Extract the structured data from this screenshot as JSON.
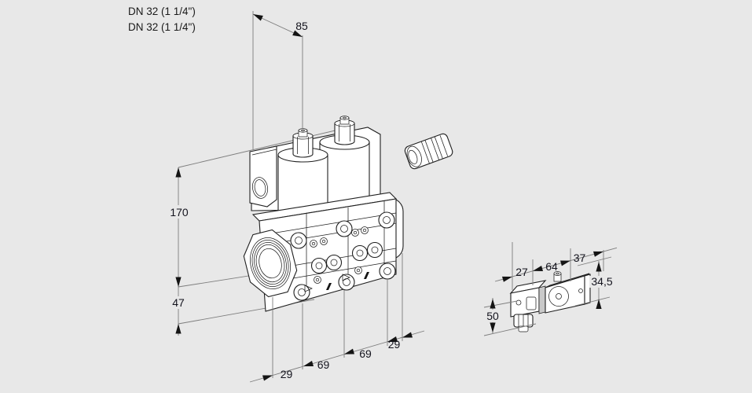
{
  "title": {
    "product_line1": "DN 32 (1 1/4\")",
    "product_line2": "DN 32 (1 1/4\")"
  },
  "dimensions": {
    "top_width": "85",
    "height_total": "170",
    "height_port": "47",
    "bottom_chain": [
      "29",
      "69",
      "69",
      "29"
    ],
    "connector_width": "27",
    "connector_body_length": "64",
    "connector_depth": "37",
    "connector_height_right": "34,5",
    "connector_height_left": "50"
  },
  "colors": {
    "background": "#e8e8e8",
    "drawing_line": "#1f1f1f",
    "dimension_line": "#7d7d7d",
    "text": "#14141e"
  }
}
